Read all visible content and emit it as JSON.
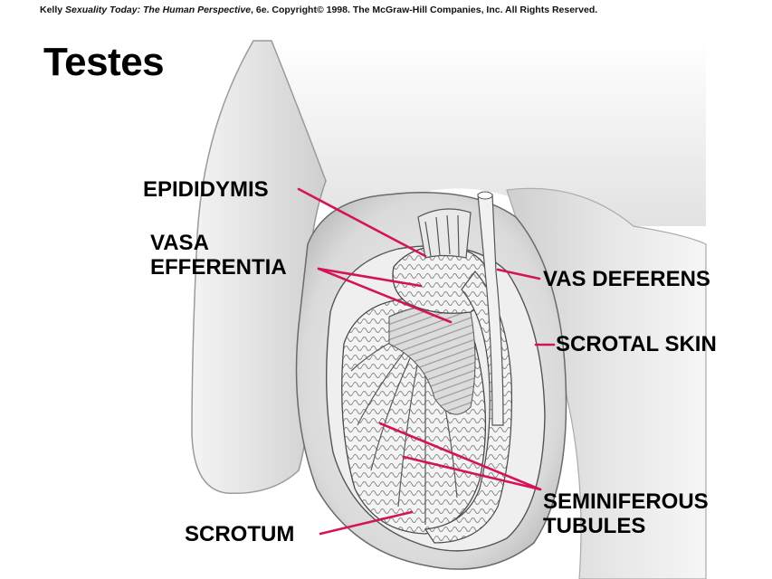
{
  "credit": {
    "author": "Kelly",
    "book": "Sexuality Today: The Human Perspective",
    "rest": ", 6e. Copyright© 1998. The McGraw-Hill Companies, Inc. All Rights Reserved."
  },
  "title": "Testes",
  "labels": {
    "epididymis": "EPIDIDYMIS",
    "vasa_1": "VASA",
    "vasa_2": "EFFERENTIA",
    "vas_deferens": "VAS DEFERENS",
    "scrotal_skin": "SCROTAL SKIN",
    "seminiferous_1": "SEMINIFEROUS",
    "seminiferous_2": "TUBULES",
    "scrotum": "SCROTUM"
  },
  "colors": {
    "leader": "#d4145a",
    "outline": "#3a3a3a",
    "shade": "#c8c8c8"
  }
}
